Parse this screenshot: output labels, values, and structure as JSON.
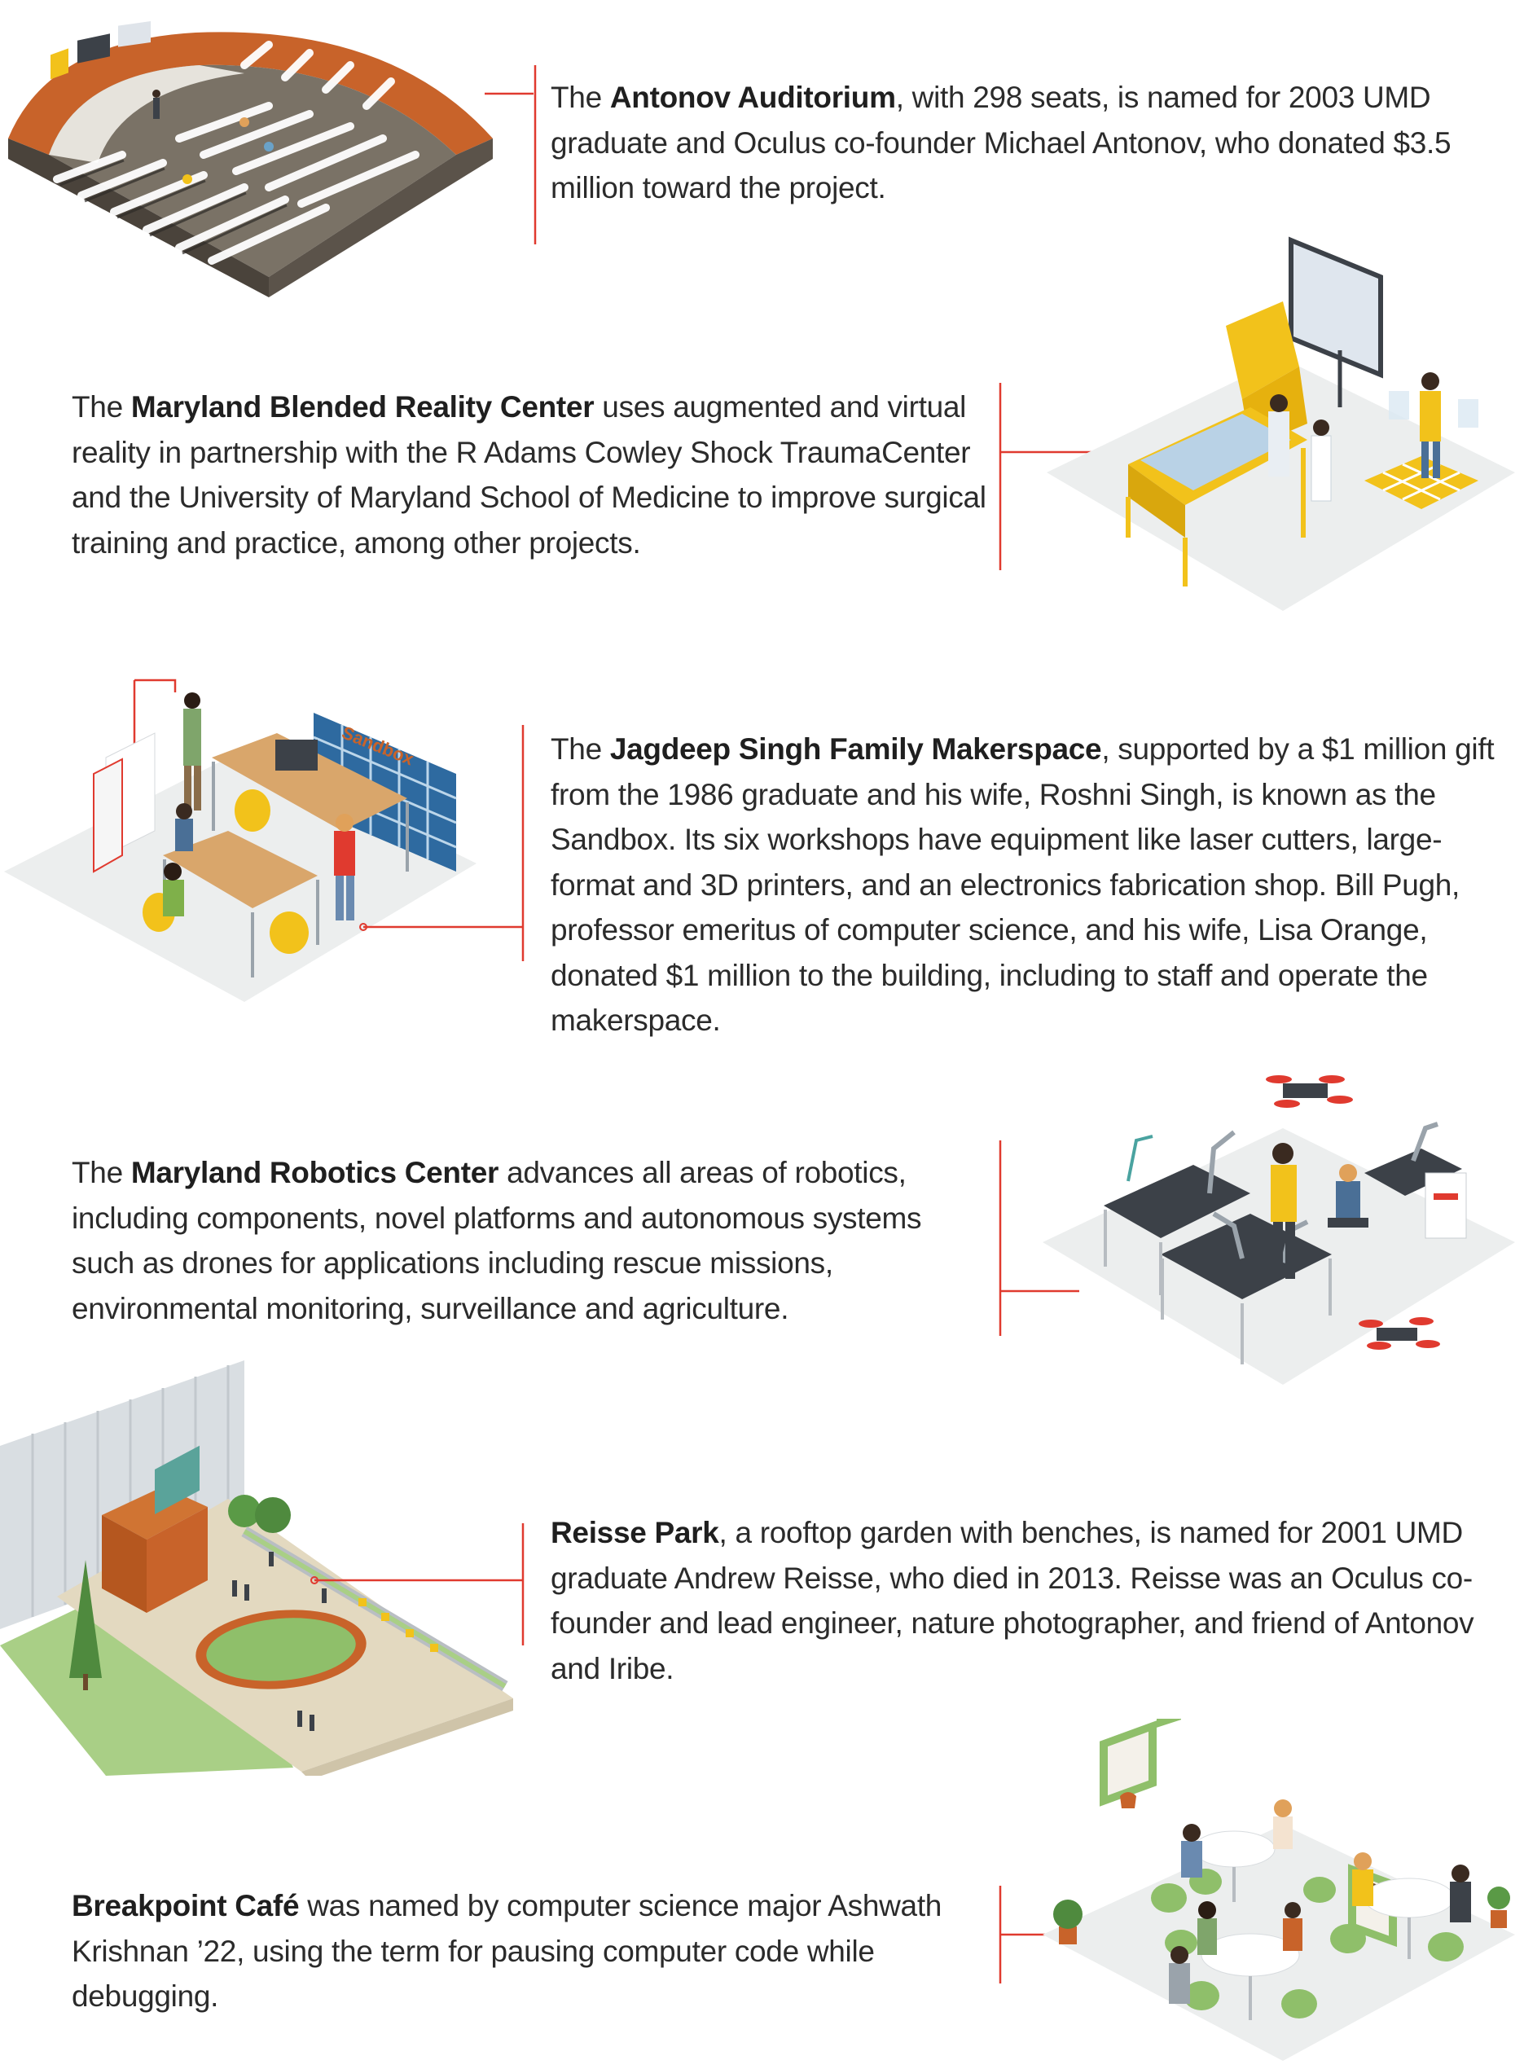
{
  "sections": [
    {
      "name": "antonov-auditorium",
      "bold": "Antonov Auditorium",
      "pre": "The ",
      "post": ", with 298 seats, is named for 2003 UMD graduate and Oculus co-founder Michael Antonov, who donated $3.5 million toward the project."
    },
    {
      "name": "blended-reality-center",
      "bold": "Maryland Blended Reality Center",
      "pre": "The ",
      "post": " uses augmented and virtual reality in partnership with the R Adams Cowley Shock TraumaCenter and the University of Maryland School of Medicine to improve surgical training and practice, among other projects."
    },
    {
      "name": "singh-makerspace",
      "bold": "Jagdeep Singh Family Makerspace",
      "pre": "The ",
      "post": ", supported by a $1 million gift from the 1986 graduate and his wife, Roshni Singh, is known as the Sandbox. Its six workshops have equipment like laser cutters, large-format and 3D printers, and an electronics fabrication shop. Bill Pugh, professor emeritus of computer science, and his wife, Lisa Orange, donated $1 million to the building, including to staff and operate the makerspace."
    },
    {
      "name": "robotics-center",
      "bold": "Maryland Robotics Center",
      "pre": "The ",
      "post": " advances all areas of robotics, including components, novel platforms and autonomous systems such as drones for applications including rescue missions, environmental monitoring, surveillance and agriculture."
    },
    {
      "name": "reisse-park",
      "bold": "Reisse Park",
      "pre": "",
      "post": ", a rooftop garden with benches, is named for 2001 UMD graduate Andrew Reisse, who died in 2013. Reisse was an Oculus co-founder and lead engineer, nature photographer, and friend of Antonov and Iribe."
    },
    {
      "name": "breakpoint-cafe",
      "bold": "Breakpoint Café",
      "pre": "",
      "post": " was named by computer science major Ashwath Krishnan ’22, using the term for pausing computer code while debugging."
    }
  ],
  "sandbox_sign": "Sandbox",
  "colors": {
    "accent_red": "#e03a2f",
    "floor": "#eceeee",
    "yellow": "#f2c21b",
    "orange": "#c8632a",
    "green": "#8fbf6a",
    "dark": "#3c4148"
  }
}
